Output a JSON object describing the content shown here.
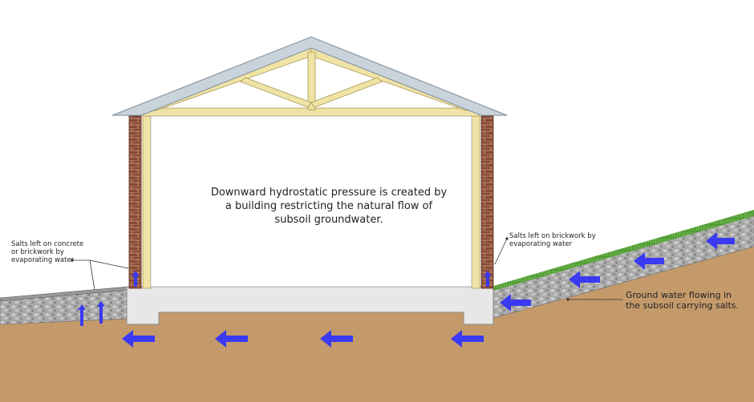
{
  "center_caption": {
    "line1": "Downward hydrostatic pressure is created by",
    "line2": "a building restricting the natural flow of",
    "line3": "subsoil groundwater."
  },
  "annotations": {
    "left": {
      "line1": "Salts left on concrete",
      "line2": "or brickwork by",
      "line3": "evaporating water"
    },
    "right": {
      "line1": "Salts left on brickwork by",
      "line2": "evaporating water"
    },
    "ground": {
      "line1": "Ground water flowing in",
      "line2": "the subsoil carrying salts."
    }
  },
  "colors": {
    "soil": "#c49a6b",
    "gravel": "#b5b5b5",
    "grass": "#5aa03c",
    "brick": "#8b4a33",
    "timber": "#efe3a6",
    "concrete": "#e6e6e6",
    "roof": "#c9d3dc",
    "arrow": "#3a3af2"
  },
  "icons": {
    "flow_arrow": "arrow-left-icon",
    "rising_arrow": "arrow-up-icon"
  }
}
